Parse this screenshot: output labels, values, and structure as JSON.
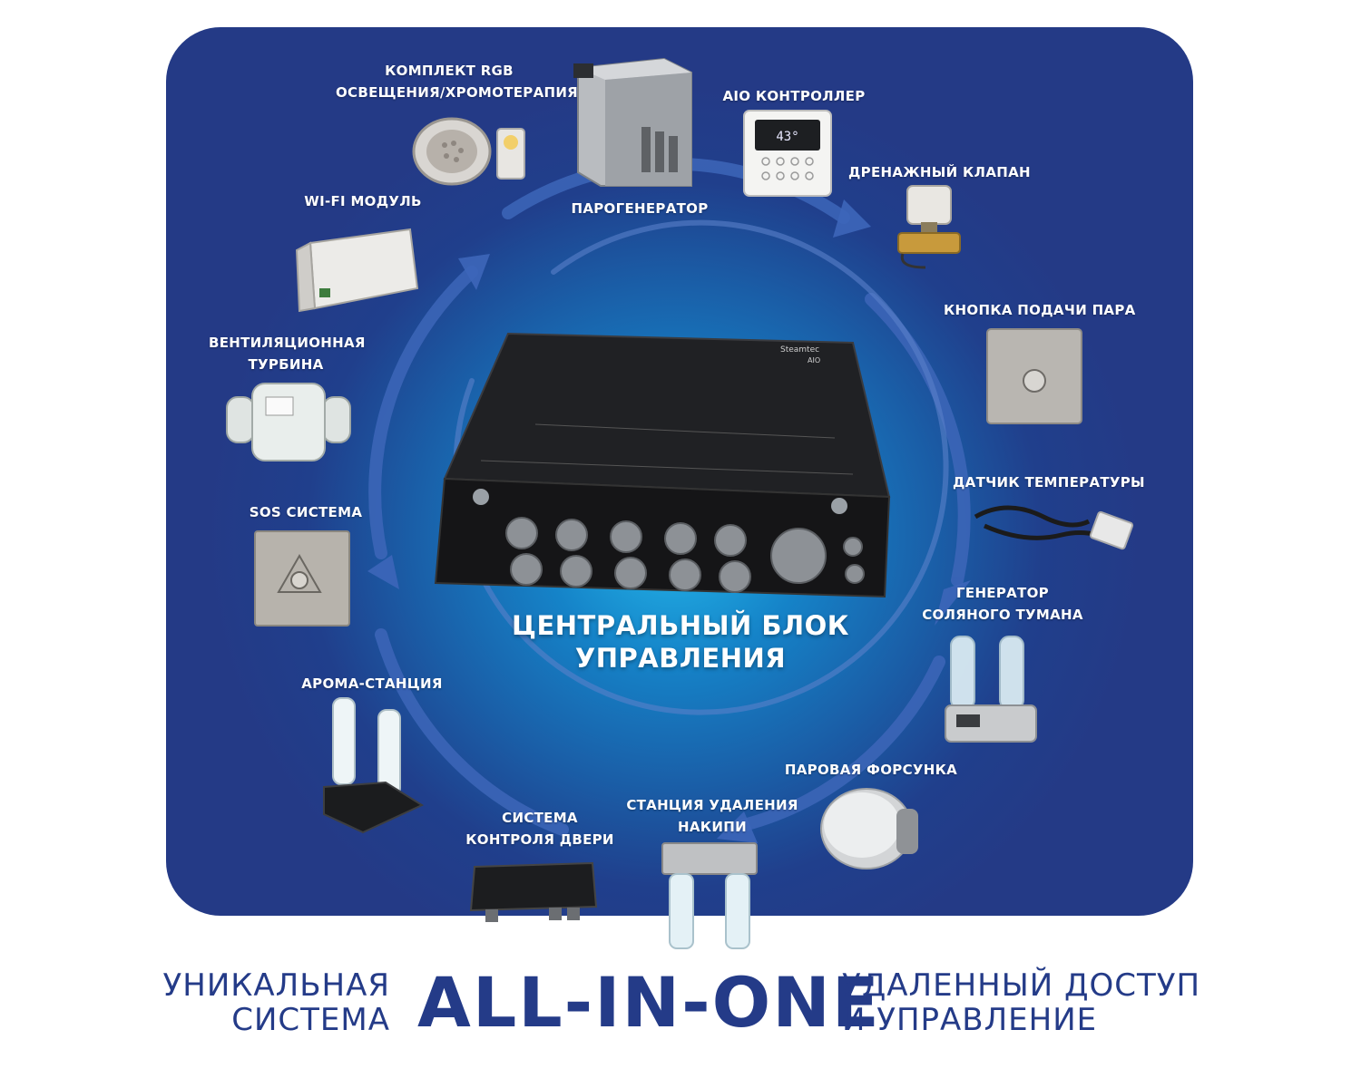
{
  "center": {
    "line1": "ЦЕНТРАЛЬНЫЙ БЛОК",
    "line2": "УПРАВЛЕНИЯ",
    "brand": "Steamtec",
    "model": "AIO"
  },
  "components": {
    "rgb": {
      "line1": "КОМПЛЕКТ RGB",
      "line2": "ОСВЕЩЕНИЯ/ХРОМОТЕРАПИЯ"
    },
    "steam": {
      "line1": "ПАРОГЕНЕРАТОР"
    },
    "aio": {
      "line1": "AIO КОНТРОЛЛЕР",
      "display": "43°"
    },
    "drain": {
      "line1": "ДРЕНАЖНЫЙ КЛАПАН"
    },
    "button": {
      "line1": "КНОПКА ПОДАЧИ ПАРА"
    },
    "sensor": {
      "line1": "ДАТЧИК ТЕМПЕРАТУРЫ"
    },
    "salt": {
      "line1": "ГЕНЕРАТОР",
      "line2": "СОЛЯНОГО ТУМАНА"
    },
    "nozzle": {
      "line1": "ПАРОВАЯ ФОРСУНКА"
    },
    "descale": {
      "line1": "СТАНЦИЯ УДАЛЕНИЯ",
      "line2": "НАКИПИ"
    },
    "door": {
      "line1": "СИСТЕМА",
      "line2": "КОНТРОЛЯ ДВЕРИ"
    },
    "aroma": {
      "line1": "АРОМА-СТАНЦИЯ"
    },
    "sos": {
      "line1": "SOS СИСТЕМА"
    },
    "fan": {
      "line1": "ВЕНТИЛЯЦИОННАЯ",
      "line2": "ТУРБИНА"
    },
    "wifi": {
      "line1": "WI-FI МОДУЛЬ"
    }
  },
  "footer": {
    "left_line1": "УНИКАЛЬНАЯ",
    "left_line2": "СИСТЕМА",
    "main": "ALL-IN-ONE",
    "right_line1": "УДАЛЕННЫЙ ДОСТУП",
    "right_line2": "И УПРАВЛЕНИЕ"
  },
  "colors": {
    "panel_dark": "#243a86",
    "panel_light": "#24b7ea",
    "footer_text": "#243b88"
  }
}
